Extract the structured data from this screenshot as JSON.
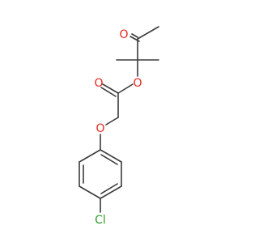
{
  "molecule": {
    "atoms": {
      "o_ketone": "O",
      "o_ester_single": "O",
      "o_ester_double": "O",
      "o_ether": "O",
      "cl": "Cl"
    },
    "colors": {
      "bond": "#3a3a3a",
      "oxygen": "#e8281e",
      "chlorine": "#2e9e2e",
      "background": "#ffffff"
    }
  }
}
